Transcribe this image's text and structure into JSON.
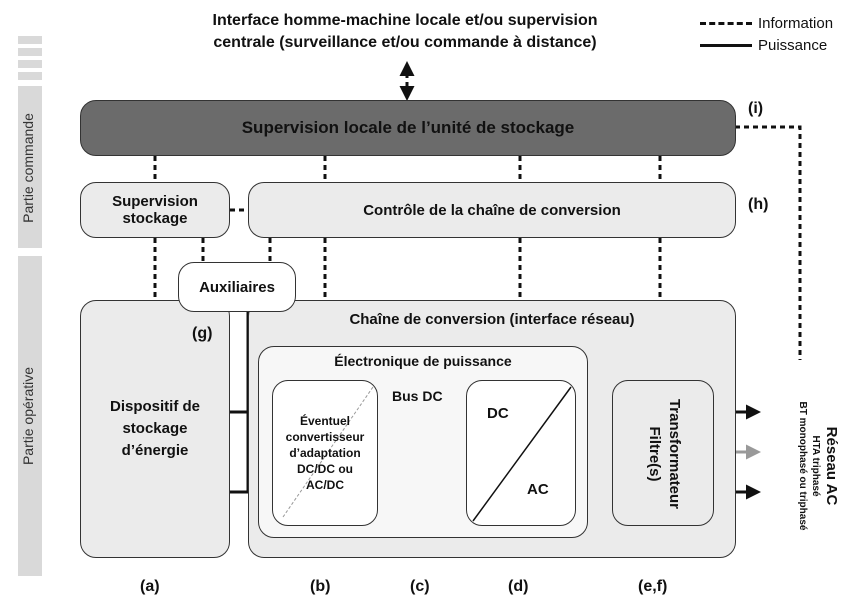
{
  "header": {
    "line1": "Interface homme-machine locale et/ou supervision",
    "line2": "centrale (surveillance et/ou commande à distance)"
  },
  "legend": {
    "information": "Information",
    "puissance": "Puissance"
  },
  "side": {
    "commande": "Partie commande",
    "operative": "Partie opérative"
  },
  "blocks": {
    "supervision_locale": "Supervision locale de l’unité de stockage",
    "supervision_stockage_1": "Supervision",
    "supervision_stockage_2": "stockage",
    "controle": "Contrôle de la chaîne de conversion",
    "auxiliaires": "Auxiliaires",
    "dispositif_1": "Dispositif de",
    "dispositif_2": "stockage",
    "dispositif_3": "d’énergie",
    "chaine": "Chaîne de conversion (interface réseau)",
    "electronique": "Électronique de puissance",
    "eventuel_1": "Éventuel",
    "eventuel_2": "convertisseur",
    "eventuel_3": "d’adaptation",
    "eventuel_4": "DC/DC ou",
    "eventuel_5": "AC/DC",
    "bus_dc": "Bus DC",
    "dc": "DC",
    "ac": "AC",
    "transformateur_1": "Transformateur",
    "transformateur_2": "Filtre(s)"
  },
  "reseau": {
    "title": "Réseau AC",
    "line1": "HTA triphasé",
    "line2": "BT monophasé ou triphasé"
  },
  "markers": {
    "i": "(i)",
    "h": "(h)",
    "g": "(g)",
    "a": "(a)",
    "b": "(b)",
    "c": "(c)",
    "d": "(d)",
    "ef": "(e,f)"
  },
  "colors": {
    "supervision_fill": "#6b6b6b",
    "block_fill": "#ebebeb",
    "inner_fill": "#f7f7f7",
    "side_bar": "#d9d9d9"
  }
}
